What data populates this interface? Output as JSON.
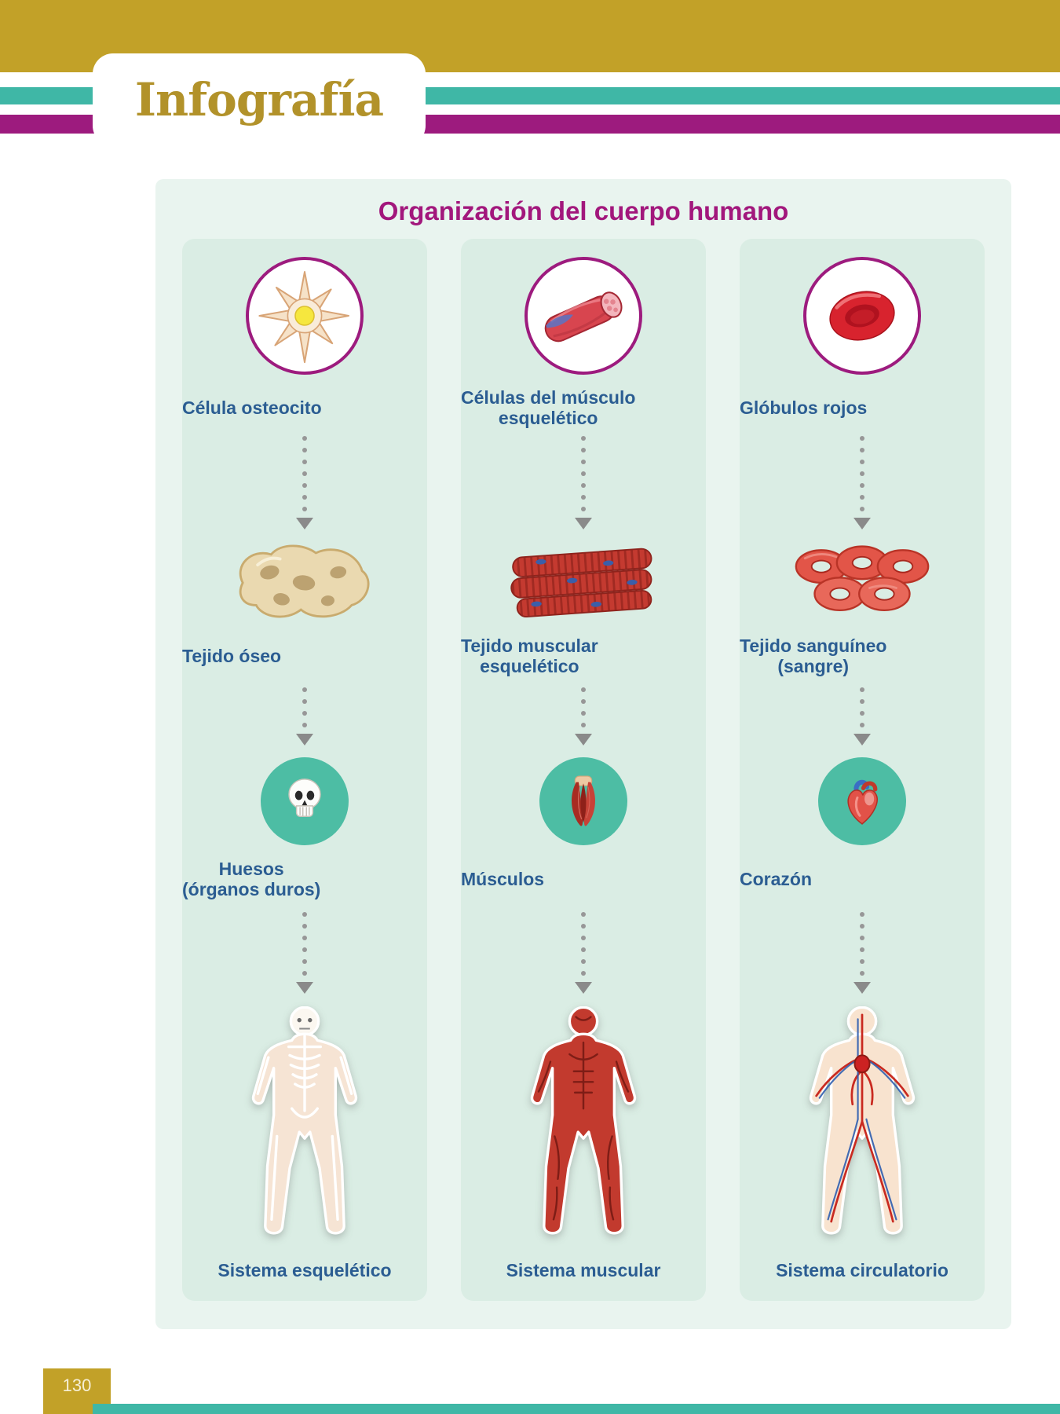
{
  "page": {
    "tab_label": "Infografía",
    "page_number": "130"
  },
  "infographic": {
    "title": "Organización del cuerpo humano",
    "columns": [
      {
        "name": "skeletal",
        "cell": {
          "label": "Célula osteocito",
          "icon": "osteocyte-cell-icon"
        },
        "tissue": {
          "label": "Tejido óseo",
          "icon": "bone-tissue-icon"
        },
        "organ": {
          "label": "Huesos\n(órganos duros)",
          "icon": "skull-icon"
        },
        "system": {
          "label": "Sistema esquelético",
          "icon": "skeleton-body-icon"
        }
      },
      {
        "name": "muscular",
        "cell": {
          "label": "Células del músculo\nesquelético",
          "icon": "muscle-cell-icon"
        },
        "tissue": {
          "label": "Tejido muscular\nesquelético",
          "icon": "muscle-tissue-icon"
        },
        "organ": {
          "label": "Músculos",
          "icon": "muscles-icon"
        },
        "system": {
          "label": "Sistema muscular",
          "icon": "muscular-body-icon"
        }
      },
      {
        "name": "circulatory",
        "cell": {
          "label": "Glóbulos rojos",
          "icon": "red-blood-cells-icon"
        },
        "tissue": {
          "label": "Tejido sanguíneo\n(sangre)",
          "icon": "blood-tissue-icon"
        },
        "organ": {
          "label": "Corazón",
          "icon": "heart-icon"
        },
        "system": {
          "label": "Sistema circulatorio",
          "icon": "circulatory-body-icon"
        }
      }
    ]
  },
  "colors": {
    "gold": "#C2A128",
    "teal": "#3FB7A6",
    "magenta": "#9D1B7E",
    "panel_mint": "#E9F4EF",
    "column_mint": "#DAEDE4",
    "label_blue": "#2B5D92",
    "title_magenta": "#A2177C",
    "organ_circle_teal": "#4DBDA4",
    "header_text_gold": "#B2922A"
  }
}
